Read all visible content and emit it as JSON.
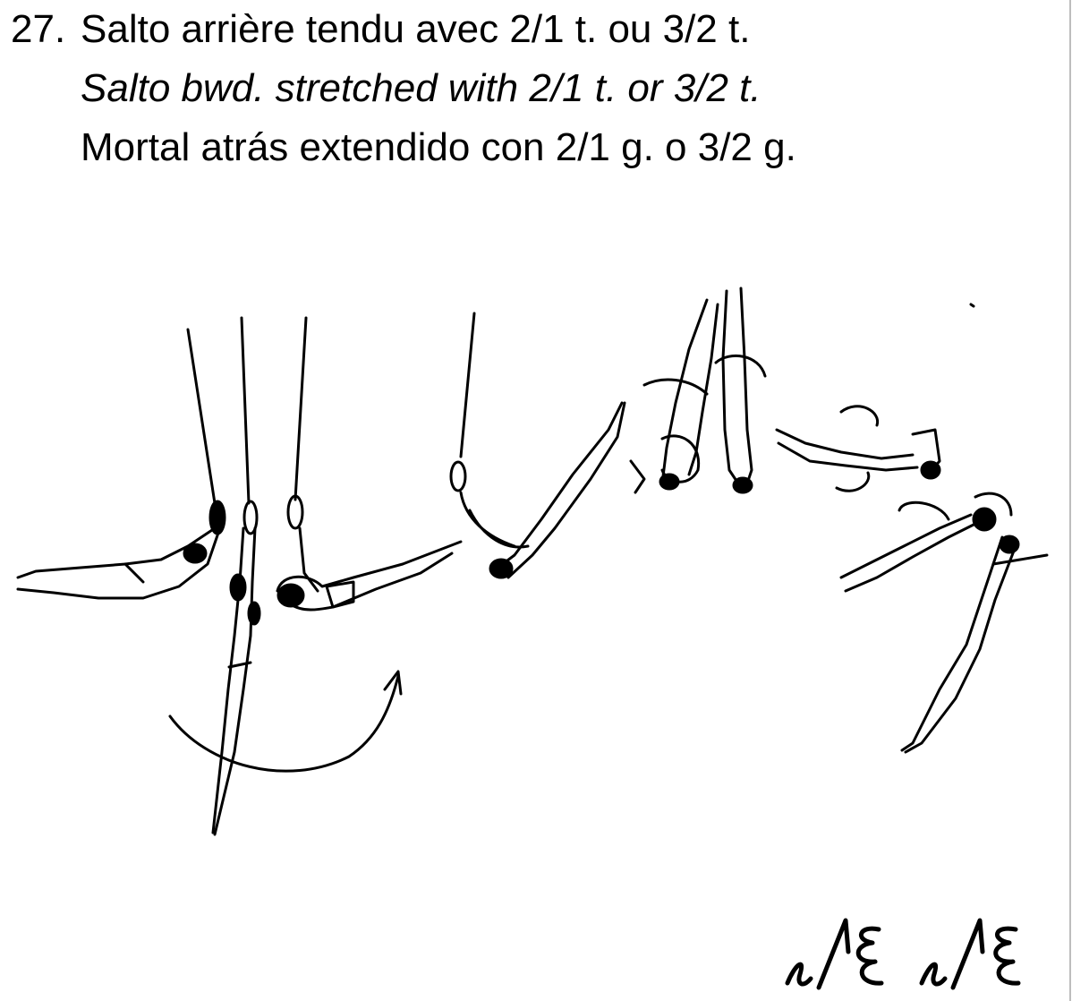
{
  "element": {
    "number": "27.",
    "title_fr": "Salto arrière tendu avec 2/1 t. ou 3/2 t.",
    "title_en": "Salto bwd. stretched with 2/1 t. or 3/2 t.",
    "title_es": "Mortal atrás extendido con 2/1 g. o 3/2 g."
  },
  "illustration": {
    "subject": "rings gymnast sequence",
    "notation_symbol": "skill-notation-glyph"
  }
}
